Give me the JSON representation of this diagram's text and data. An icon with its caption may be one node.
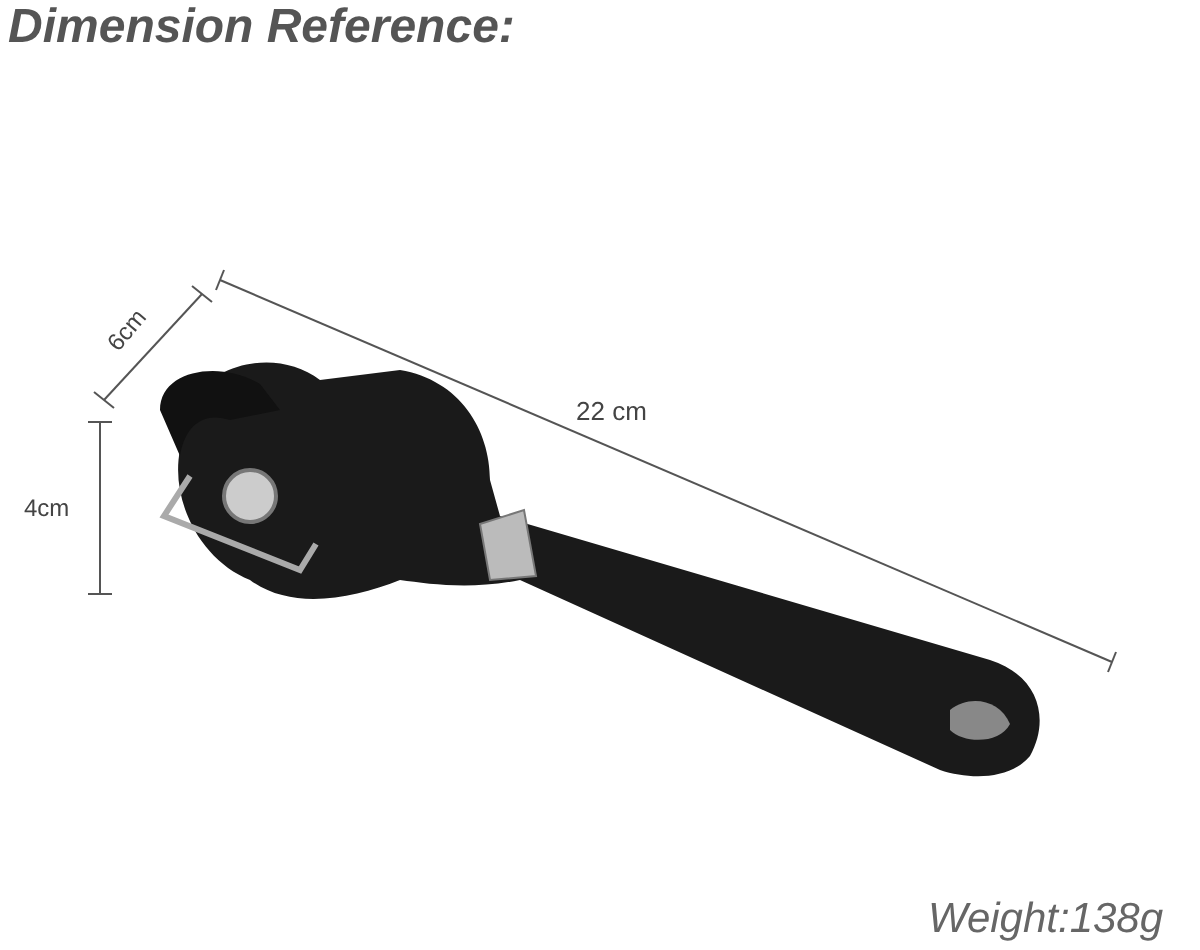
{
  "diagram": {
    "title": "Dimension Reference:",
    "labels": [
      "6cm",
      "22 cm",
      "4cm",
      "Weight:138g"
    ]
  }
}
